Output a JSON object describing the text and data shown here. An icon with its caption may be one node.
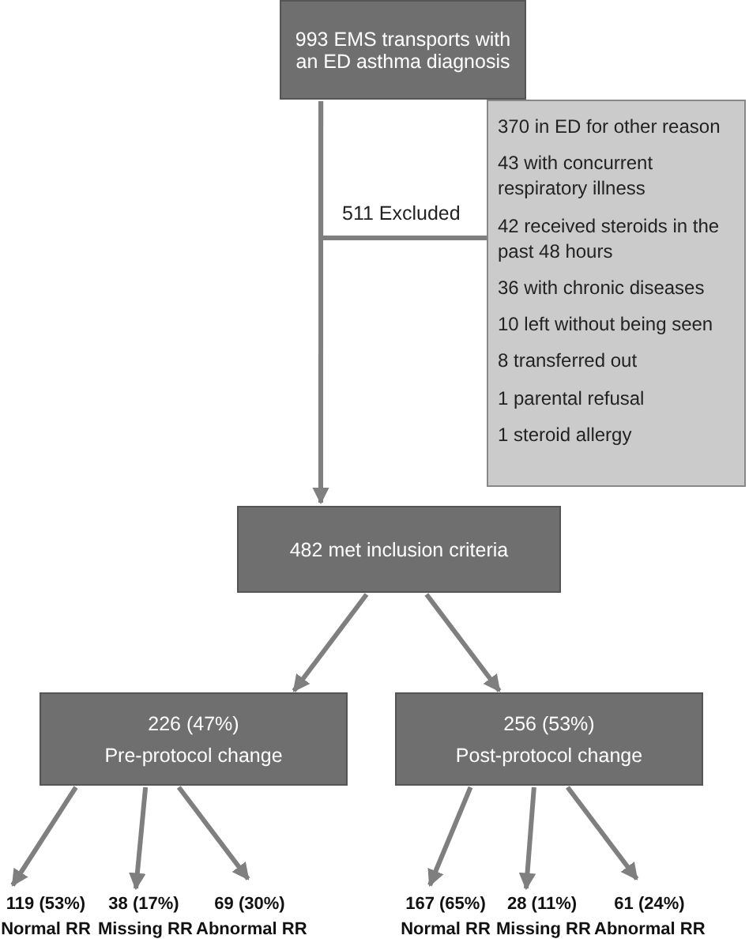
{
  "diagram": {
    "nodes": [
      {
        "text": [
          "993 EMS transports with an ED asthma diagnosis"
        ]
      },
      {
        "text": [
          "370 in ED for other reason",
          "43 with concurrent respiratory illness",
          "42 received steroids in the past 48 hours",
          "36 with chronic diseases",
          "10 left without being seen",
          "8 transferred out",
          "1 parental refusal",
          "1 steroid allergy"
        ]
      },
      {
        "text": [
          "482 met inclusion criteria"
        ]
      },
      {
        "text": [
          "226 (47%)",
          "Pre-protocol change"
        ]
      },
      {
        "text": [
          "256 (53%)",
          "Post-protocol change"
        ]
      },
      {
        "text": [
          "119 (53%)",
          "Normal RR"
        ]
      },
      {
        "text": [
          "38 (17%)",
          "Missing RR"
        ]
      },
      {
        "text": [
          "69 (30%)",
          "Abnormal RR"
        ]
      },
      {
        "text": [
          "167 (65%)",
          "Normal RR"
        ]
      },
      {
        "text": [
          "28 (11%)",
          "Missing RR"
        ]
      },
      {
        "text": [
          "61 (24%)",
          "Abnormal RR"
        ]
      }
    ],
    "edges": [
      {
        "from": 0,
        "to": 2,
        "arrow": "to"
      },
      {
        "from": 0,
        "to": 1,
        "arrow": "none",
        "label": "511 Excluded"
      },
      {
        "from": 2,
        "to": 3,
        "arrow": "to"
      },
      {
        "from": 2,
        "to": 4,
        "arrow": "to"
      },
      {
        "from": 3,
        "to": 5,
        "arrow": "to"
      },
      {
        "from": 3,
        "to": 6,
        "arrow": "to"
      },
      {
        "from": 3,
        "to": 7,
        "arrow": "to"
      },
      {
        "from": 4,
        "to": 8,
        "arrow": "to"
      },
      {
        "from": 4,
        "to": 9,
        "arrow": "to"
      },
      {
        "from": 4,
        "to": 10,
        "arrow": "to"
      }
    ]
  }
}
